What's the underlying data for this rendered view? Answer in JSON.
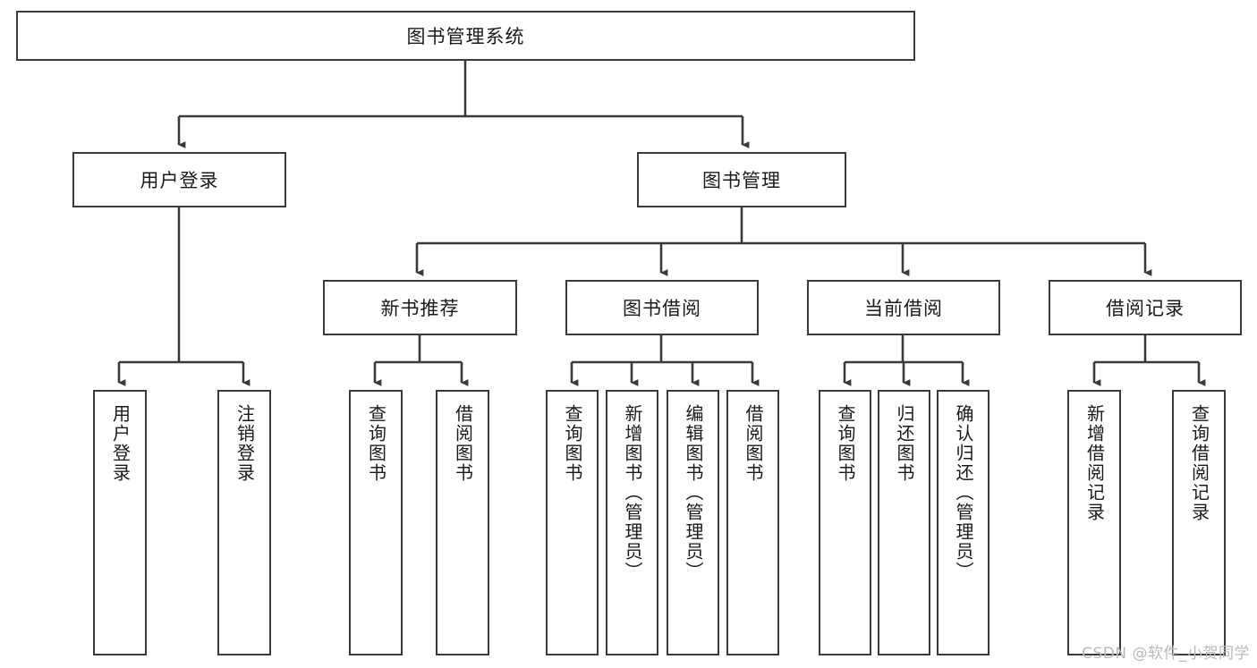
{
  "diagram": {
    "title": "图书管理系统",
    "watermark": "CSDN @软件_小贺同学",
    "colors": {
      "stroke": "#3a3a3a",
      "background": "#ffffff",
      "text": "#1a1a1a",
      "watermark": "#b9b9b9"
    },
    "level1": {
      "label": "图书管理系统"
    },
    "level2": [
      {
        "label": "用户登录"
      },
      {
        "label": "图书管理"
      }
    ],
    "level3": [
      {
        "label": "新书推荐"
      },
      {
        "label": "图书借阅"
      },
      {
        "label": "当前借阅"
      },
      {
        "label": "借阅记录"
      }
    ],
    "leaves": {
      "user_login": [
        {
          "label": "用户登录"
        },
        {
          "label": "注销登录"
        }
      ],
      "new_book_recommend": [
        {
          "label": "查询图书"
        },
        {
          "label": "借阅图书"
        }
      ],
      "book_borrow": [
        {
          "label": "查询图书"
        },
        {
          "label": "新增图书（管理员）"
        },
        {
          "label": "编辑图书（管理员）"
        },
        {
          "label": "借阅图书"
        }
      ],
      "current_borrow": [
        {
          "label": "查询图书"
        },
        {
          "label": "归还图书"
        },
        {
          "label": "确认归还（管理员）"
        }
      ],
      "borrow_record": [
        {
          "label": "新增借阅记录"
        },
        {
          "label": "查询借阅记录"
        }
      ]
    }
  }
}
